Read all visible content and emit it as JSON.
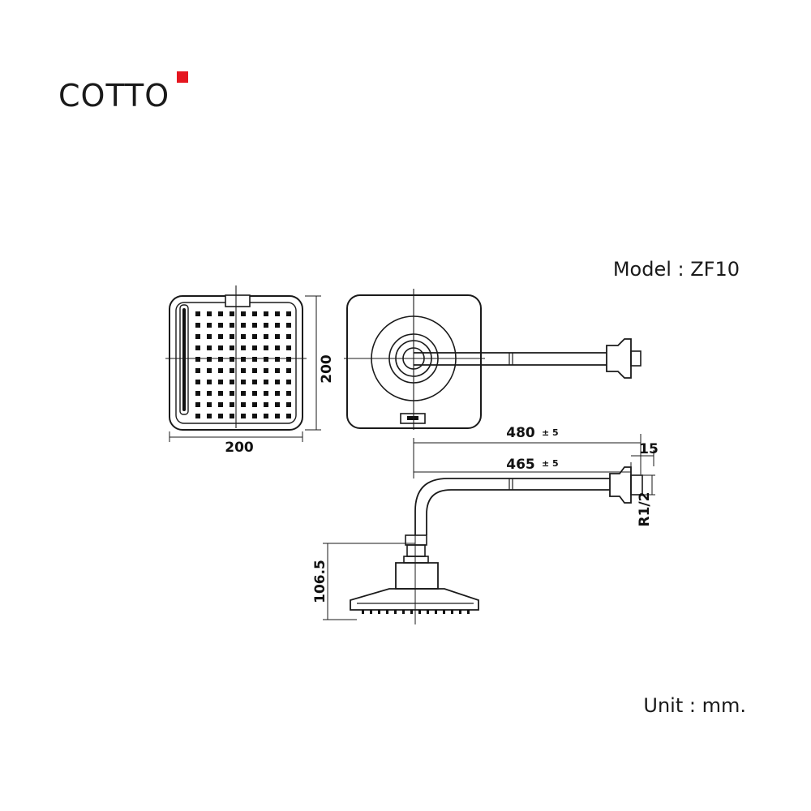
{
  "brand": {
    "name": "COTTO",
    "mark_color": "#e5161f"
  },
  "model_label": "Model : ZF10",
  "unit_label": "Unit : mm.",
  "dimensions": {
    "head_height": "200",
    "head_width": "200",
    "arm_length": "480",
    "arm_length_tol": "± 5",
    "arm_inner_length": "465",
    "arm_inner_tol": "± 5",
    "flange": "15",
    "thread": "R1/2",
    "drop_height": "106.5"
  }
}
